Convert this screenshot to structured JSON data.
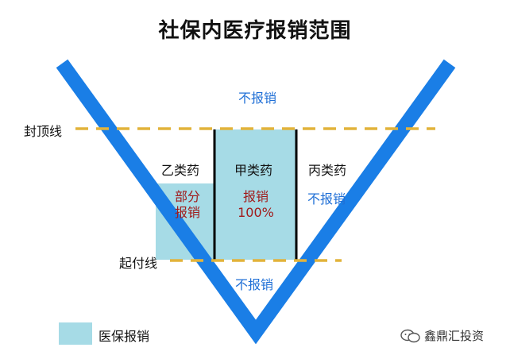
{
  "title": "社保内医疗报销范围",
  "lines": {
    "ceiling_label": "封顶线",
    "threshold_label": "起付线"
  },
  "regions": {
    "above_ceiling": "不报销",
    "below_threshold": "不报销"
  },
  "categories": {
    "class_b": {
      "name": "乙类药",
      "status_line1": "部分",
      "status_line2": "报销"
    },
    "class_a": {
      "name": "甲类药",
      "status_line1": "报销",
      "status_line2": "100%"
    },
    "class_c": {
      "name": "丙类药",
      "status": "不报销"
    }
  },
  "legend": {
    "label": "医保报销",
    "color": "#a6dbe6"
  },
  "watermark": {
    "text": "鑫鼎汇投资"
  },
  "colors": {
    "v_shape": "#1a7ee6",
    "dashed": "#e2b33b",
    "fill": "#a6dbe6",
    "text_blue": "#1f6fd6",
    "text_red": "#a11a1a"
  }
}
